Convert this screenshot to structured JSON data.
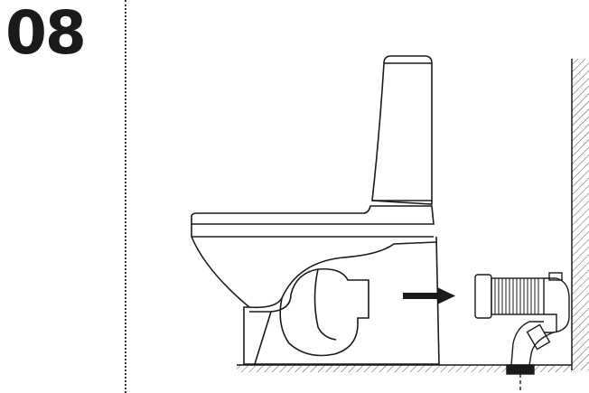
{
  "step": {
    "number": "08"
  },
  "colors": {
    "ink": "#1a1a1a",
    "background": "#ffffff",
    "arrow": "#1a1a1a"
  },
  "diagram": {
    "subject": "toilet-installation-step",
    "elements": [
      "toilet-bowl",
      "cistern",
      "floor",
      "wall",
      "direction-arrow",
      "flexible-connector",
      "drain-pipe"
    ]
  }
}
